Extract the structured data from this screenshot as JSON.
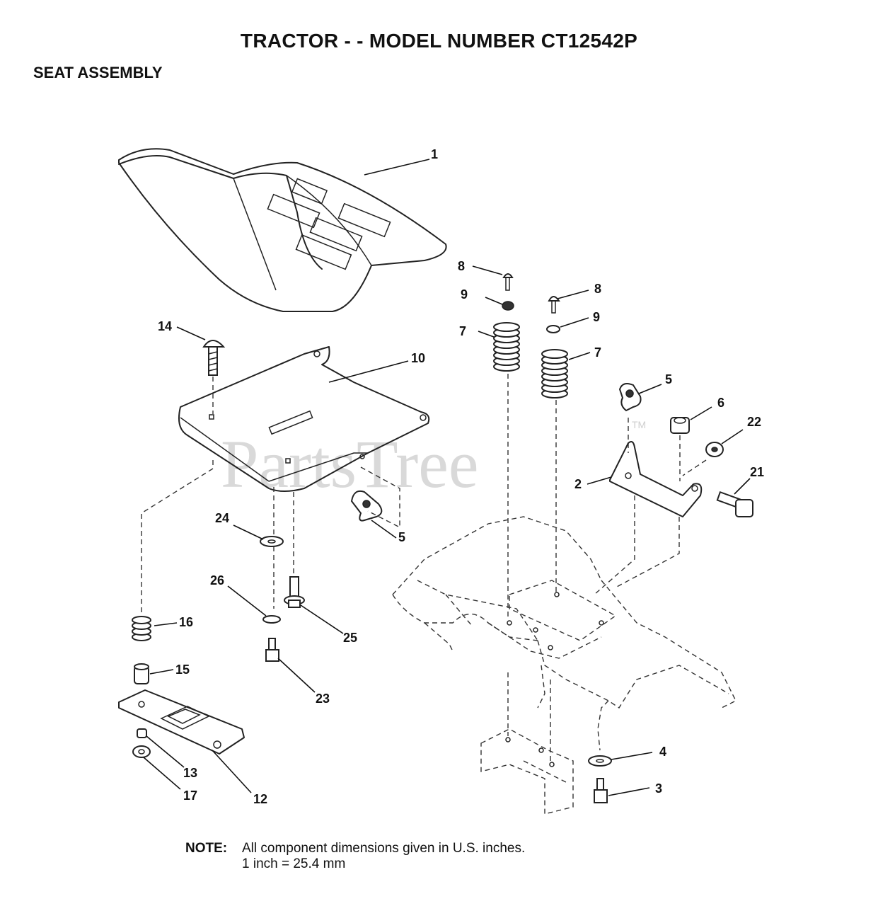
{
  "title": "TRACTOR - - MODEL NUMBER CT12542P",
  "subtitle": "SEAT ASSEMBLY",
  "watermark": "PartsTree",
  "watermark_tm": "TM",
  "callouts": {
    "c1": "1",
    "c2": "2",
    "c3": "3",
    "c4": "4",
    "c5a": "5",
    "c5b": "5",
    "c6": "6",
    "c7a": "7",
    "c7b": "7",
    "c8a": "8",
    "c8b": "8",
    "c9a": "9",
    "c9b": "9",
    "c10": "10",
    "c12": "12",
    "c13": "13",
    "c14": "14",
    "c15": "15",
    "c16": "16",
    "c17": "17",
    "c21": "21",
    "c22": "22",
    "c23": "23",
    "c24": "24",
    "c25": "25",
    "c26": "26"
  },
  "note": {
    "label": "NOTE:",
    "line1": "All component dimensions given in U.S. inches.",
    "line2": "1 inch = 25.4 mm"
  }
}
